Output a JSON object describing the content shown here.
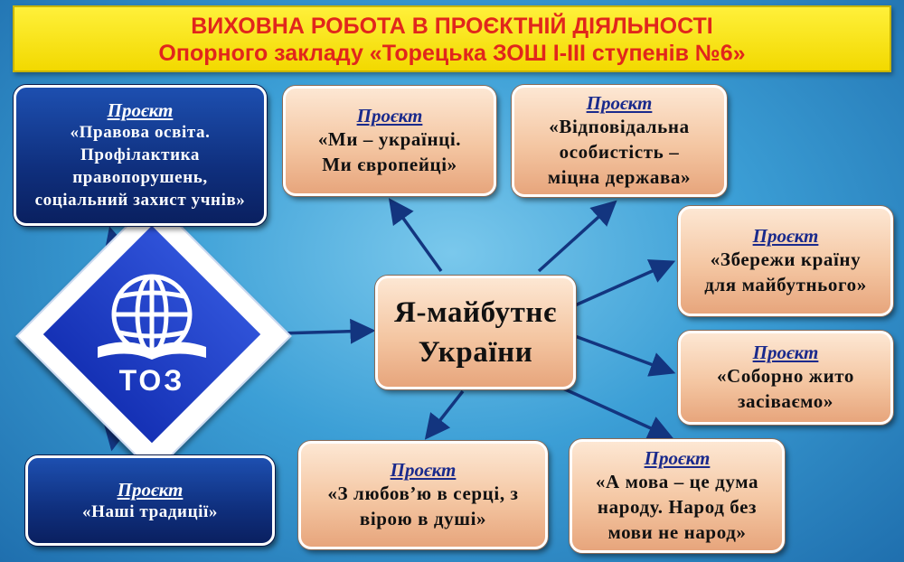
{
  "title": {
    "line1": "ВИХОВНА РОБОТА В ПРОЄКТНІЙ ДІЯЛЬНОСТІ",
    "line2": "Опорного закладу «Торецька ЗОШ І-ІІІ ступенів №6»"
  },
  "center": {
    "line1": "Я-майбутнє",
    "line2": "України"
  },
  "logo": {
    "text": "ТОЗ",
    "icon": "globe-book-logo"
  },
  "projects": [
    {
      "label": "Проєкт",
      "lines": [
        "«Правова освіта.",
        "Профілактика",
        "правопорушень,",
        "соціальний захист учнів»"
      ]
    },
    {
      "label": "Проєкт",
      "lines": [
        "«Ми – українці.",
        "Ми європейці»"
      ]
    },
    {
      "label": "Проєкт",
      "lines": [
        "«Відповідальна",
        "особистість –",
        "міцна держава»"
      ]
    },
    {
      "label": "Проєкт",
      "lines": [
        "«Збережи країну",
        "для майбутнього»"
      ]
    },
    {
      "label": "Проєкт",
      "lines": [
        "«Соборно жито",
        "засіваємо»"
      ]
    },
    {
      "label": "Проєкт",
      "lines": [
        "«А мова – це дума",
        "народу. Народ без",
        "мови не народ»"
      ]
    },
    {
      "label": "Проєкт",
      "lines": [
        "«З любов’ю в серці, з",
        "вірою в душі»"
      ]
    },
    {
      "label": "Проєкт",
      "lines": [
        "«Наші традиції»"
      ]
    }
  ],
  "colors": {
    "arrow": "#13357f",
    "title_bg": "#fff03a",
    "title_text": "#e1261c"
  }
}
